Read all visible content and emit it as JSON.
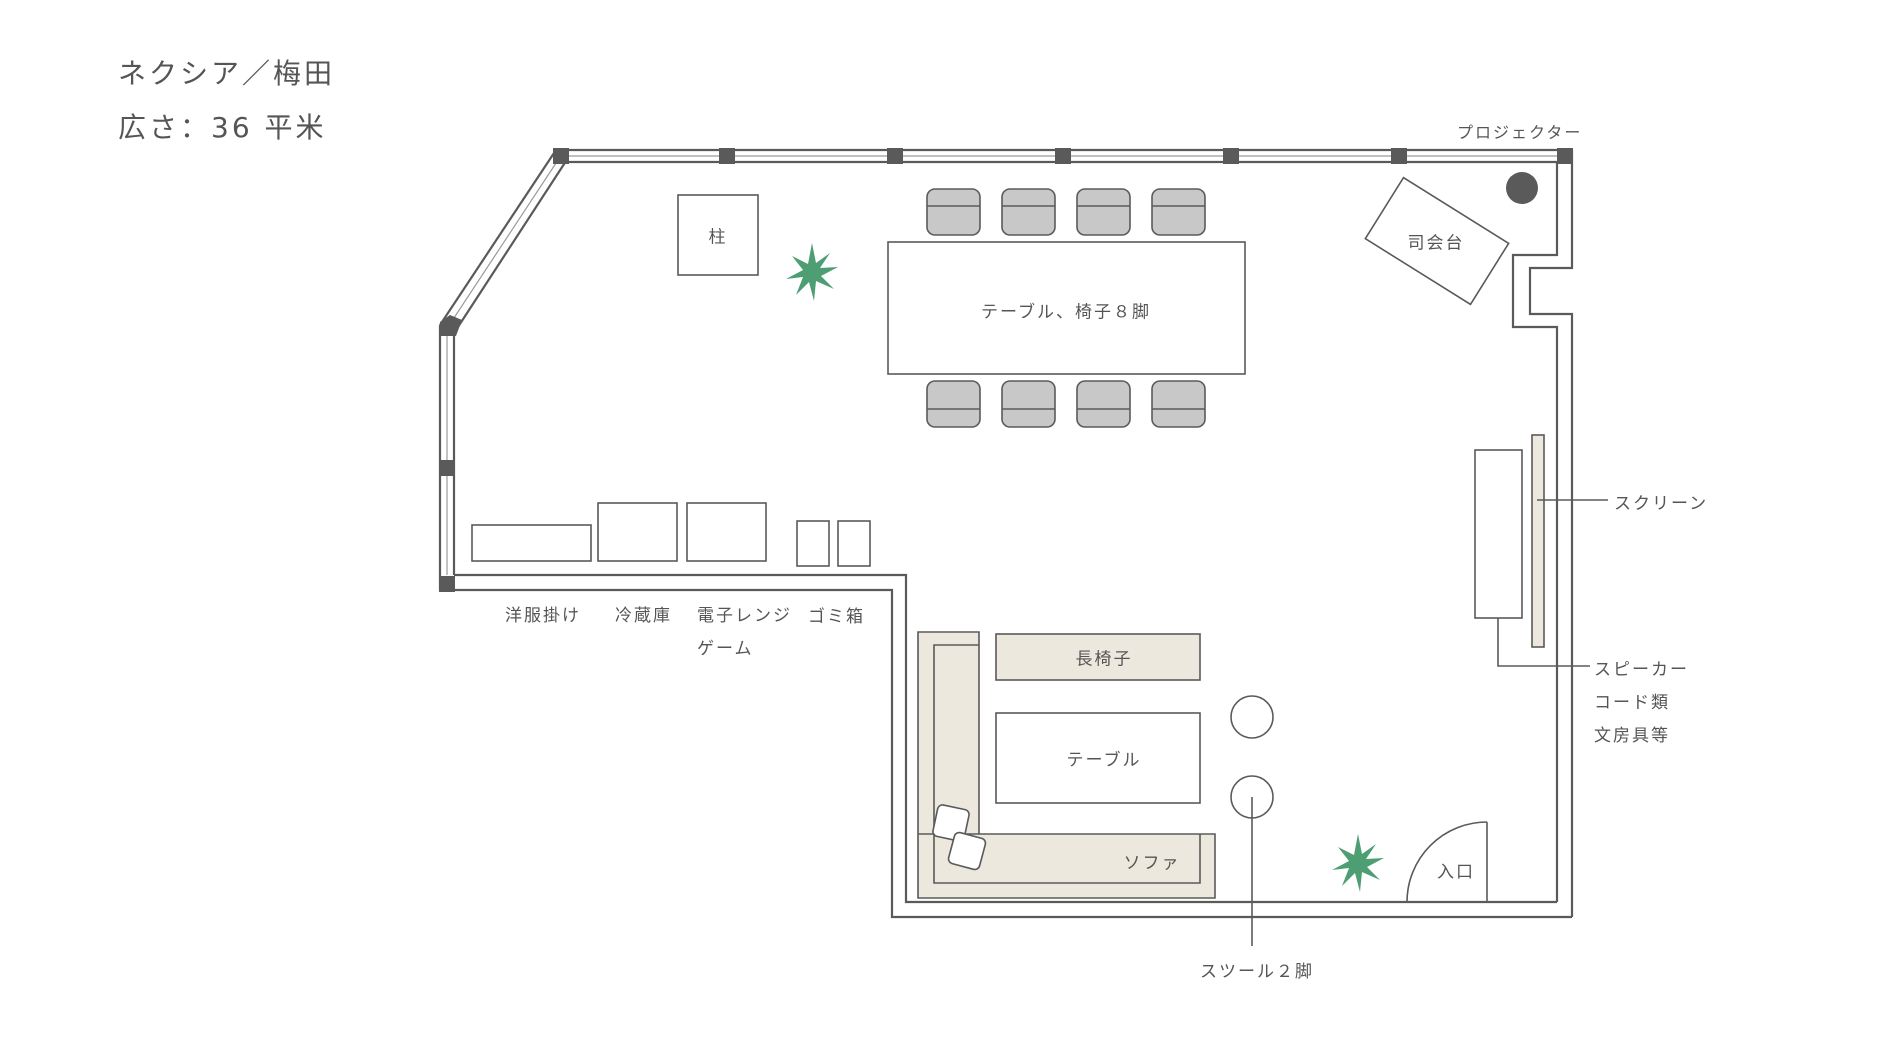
{
  "header": {
    "title": "ネクシア／梅田",
    "area": "広さ：36 平米"
  },
  "colors": {
    "wall": "#5a5a5a",
    "post": "#5a5a5a",
    "chair": "#c8c8c8",
    "sofa": "#ece8dd",
    "plant": "#4e9e74",
    "text": "#555555"
  },
  "labels": {
    "projector": "プロジェクター",
    "pillar": "柱",
    "dining_table": "テーブル、椅子８脚",
    "podium": "司会台",
    "screen": "スクリーン",
    "speaker": "スピーカー",
    "cords": "コード類",
    "stationery": "文房具等",
    "clothes_rack": "洋服掛け",
    "fridge": "冷蔵庫",
    "microwave": "電子レンジ",
    "game": "ゲーム",
    "trash": "ゴミ箱",
    "bench": "長椅子",
    "low_table": "テーブル",
    "sofa": "ソファ",
    "entrance": "入口",
    "stools": "スツール２脚"
  }
}
